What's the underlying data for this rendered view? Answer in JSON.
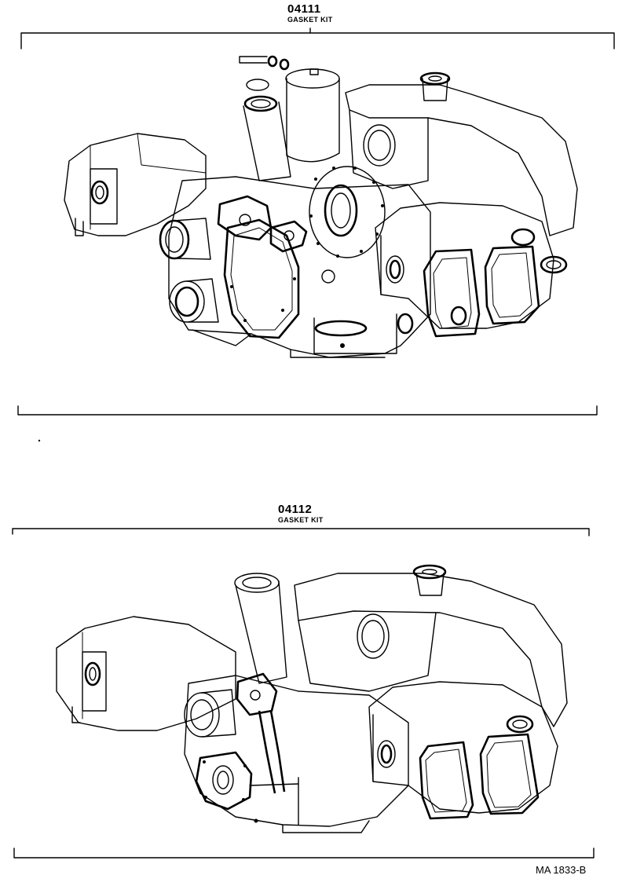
{
  "kits": [
    {
      "part_number": "04111",
      "part_name": "GASKET KIT"
    },
    {
      "part_number": "04112",
      "part_name": "GASKET KIT"
    }
  ],
  "reference": "MA 1833-B"
}
